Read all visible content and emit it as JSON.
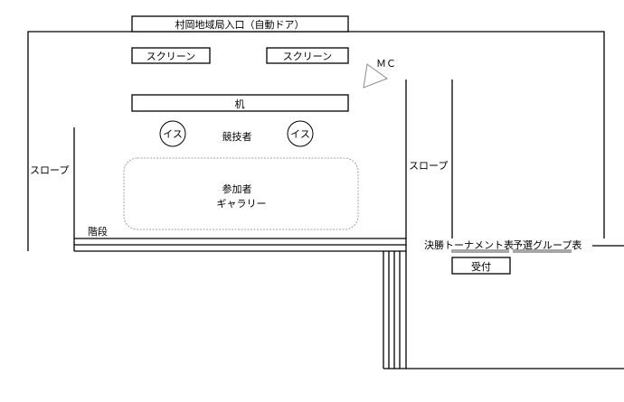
{
  "entrance": "村岡地域局入口（自動ドア）",
  "screens": [
    "スクリーン",
    "スクリーン"
  ],
  "mc": "ＭＣ",
  "desk": "机",
  "chairs": [
    "イス",
    "イス"
  ],
  "competitors": "競技者",
  "slopes": [
    "スロープ",
    "スロープ"
  ],
  "gallery": {
    "line1": "参加者",
    "line2": "ギャラリー"
  },
  "stairs": "階段",
  "boards": {
    "finals": "決勝トーナメント表",
    "groups": "予選グループ表",
    "bar_color": "#a6a6a6"
  },
  "reception": "受付"
}
